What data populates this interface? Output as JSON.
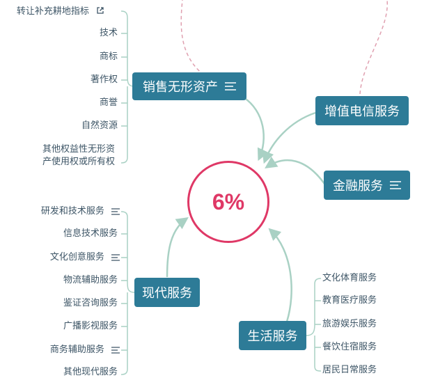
{
  "center": {
    "label": "6%"
  },
  "nodes": {
    "intangible": {
      "label": "销售无形资产"
    },
    "telecom": {
      "label": "增值电信服务"
    },
    "finance": {
      "label": "金融服务"
    },
    "modern": {
      "label": "现代服务"
    },
    "life": {
      "label": "生活服务"
    }
  },
  "intangible_items": [
    "转让补充耕地指标",
    "技术",
    "商标",
    "著作权",
    "商誉",
    "自然资源",
    "其他权益性无形资产使用权或所有权"
  ],
  "modern_items": [
    "研发和技术服务",
    "信息技术服务",
    "文化创意服务",
    "物流辅助服务",
    "鉴证咨询服务",
    "广播影视服务",
    "商务辅助服务",
    "其他现代服务"
  ],
  "life_items": [
    "文化体育服务",
    "教育医疗服务",
    "旅游娱乐服务",
    "餐饮住宿服务",
    "居民日常服务"
  ],
  "icons": {
    "menu": "menu-icon",
    "link": "external-link-icon"
  },
  "colors": {
    "node": "#2d7b97",
    "center": "#df3866",
    "branch": "#a9d1c4",
    "dashed": "#e0a0b0",
    "text": "#3d5566"
  }
}
